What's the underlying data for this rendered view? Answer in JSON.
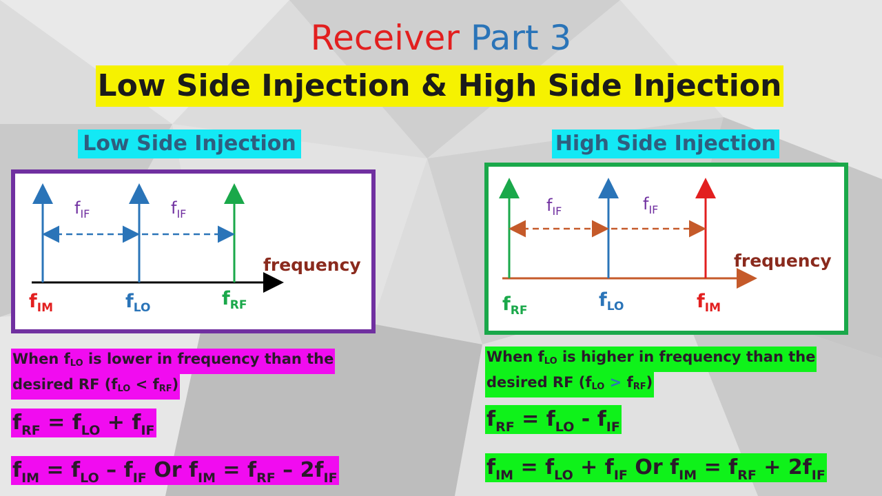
{
  "title": {
    "part1": "Receiver",
    "part2": "Part 3"
  },
  "subtitle": "Low Side Injection & High Side Injection",
  "left": {
    "heading": "Low Side Injection",
    "if_label": {
      "f": "f",
      "sub": "IF"
    },
    "axis_label": "frequency",
    "markers": [
      {
        "f": "f",
        "sub": "IM"
      },
      {
        "f": "f",
        "sub": "LO"
      },
      {
        "f": "f",
        "sub": "RF"
      }
    ],
    "caption_line1": {
      "a": "When f",
      "sub": "LO",
      "b": " is lower in frequency than the"
    },
    "caption_line2": {
      "a": "desired RF (f",
      "sub1": "LO",
      "op": " < ",
      "f2": "f",
      "sub2": "RF",
      "end": ")"
    },
    "eq1": {
      "f1": "f",
      "s1": "RF",
      "op1": " = ",
      "f2": "f",
      "s2": "LO",
      "op2": " + ",
      "f3": "f",
      "s3": "IF"
    },
    "eq2": {
      "f1": "f",
      "s1": "IM",
      "op1": " = ",
      "f2": "f",
      "s2": "LO",
      "op2": " – ",
      "f3": "f",
      "s3": "IF",
      "or": " Or ",
      "f4": "f",
      "s4": "IM",
      "op3": " = ",
      "f5": "f",
      "s5": "RF",
      "op4": " – 2",
      "f6": "f",
      "s6": "IF"
    }
  },
  "right": {
    "heading": "High Side Injection",
    "if_label": {
      "f": "f",
      "sub": "IF"
    },
    "axis_label": "frequency",
    "markers": [
      {
        "f": "f",
        "sub": "RF"
      },
      {
        "f": "f",
        "sub": "LO"
      },
      {
        "f": "f",
        "sub": "IM"
      }
    ],
    "caption_line1": {
      "a": "When f",
      "sub": "LO",
      "b": " is higher in frequency than the"
    },
    "caption_line2": {
      "a": "desired RF (f",
      "sub1": "LO",
      "op": " > ",
      "f2": "f",
      "sub2": "RF",
      "end": ")"
    },
    "eq1": {
      "f1": "f",
      "s1": "RF",
      "op1": " = ",
      "f2": "f",
      "s2": "LO",
      "op2": " - ",
      "f3": "f",
      "s3": "IF"
    },
    "eq2": {
      "f1": "f",
      "s1": "IM",
      "op1": " = ",
      "f2": "f",
      "s2": "LO",
      "op2": " + ",
      "f3": "f",
      "s3": "IF",
      "or": " Or ",
      "f4": "f",
      "s4": "IM",
      "op3": " = ",
      "f5": "f",
      "s5": "RF",
      "op4": " + 2",
      "f6": "f",
      "s6": "IF"
    }
  },
  "colors": {
    "red": "#e21f1f",
    "blue": "#2a74b8",
    "green": "#1aa84a",
    "purple": "#7030a0",
    "left_border": "#7030a0",
    "right_border": "#1aa84a",
    "highlight_left": "#f10cf0",
    "highlight_right": "#0ff21a",
    "subtitle_bg": "#f6f200",
    "heading_bg": "#13e9f5"
  }
}
